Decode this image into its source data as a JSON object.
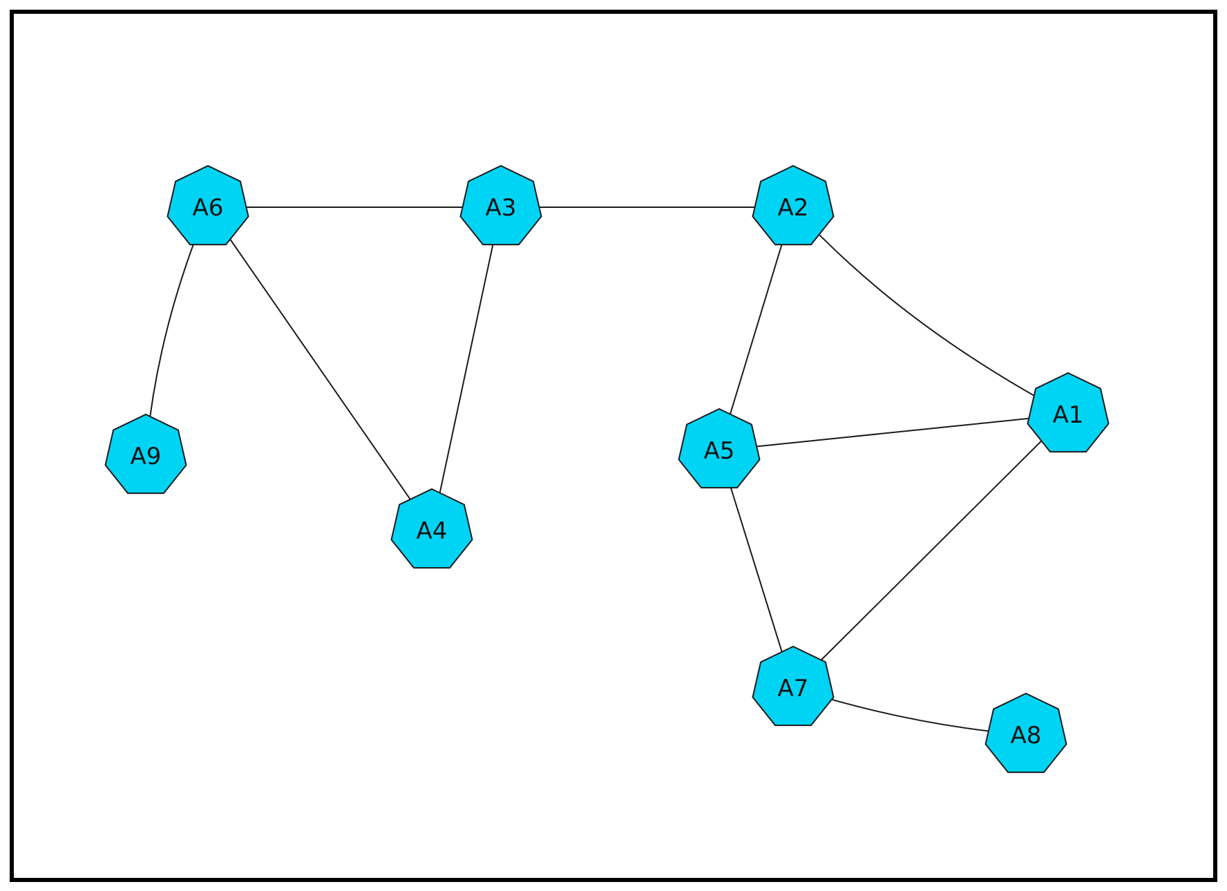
{
  "diagram": {
    "type": "undirected-graph",
    "node_shape": "heptagon",
    "node_fill": "#00d4f5",
    "node_stroke": "#1a1a1a",
    "edge_color": "#1a1a1a",
    "frame_color": "#000000",
    "nodes": [
      {
        "id": "A1",
        "label": "A1"
      },
      {
        "id": "A2",
        "label": "A2"
      },
      {
        "id": "A3",
        "label": "A3"
      },
      {
        "id": "A4",
        "label": "A4"
      },
      {
        "id": "A5",
        "label": "A5"
      },
      {
        "id": "A6",
        "label": "A6"
      },
      {
        "id": "A7",
        "label": "A7"
      },
      {
        "id": "A8",
        "label": "A8"
      },
      {
        "id": "A9",
        "label": "A9"
      }
    ],
    "edges": [
      {
        "from": "A6",
        "to": "A3"
      },
      {
        "from": "A3",
        "to": "A2"
      },
      {
        "from": "A6",
        "to": "A9"
      },
      {
        "from": "A6",
        "to": "A4"
      },
      {
        "from": "A3",
        "to": "A4"
      },
      {
        "from": "A2",
        "to": "A5"
      },
      {
        "from": "A2",
        "to": "A1"
      },
      {
        "from": "A5",
        "to": "A1"
      },
      {
        "from": "A5",
        "to": "A7"
      },
      {
        "from": "A1",
        "to": "A7"
      },
      {
        "from": "A7",
        "to": "A8"
      }
    ]
  }
}
